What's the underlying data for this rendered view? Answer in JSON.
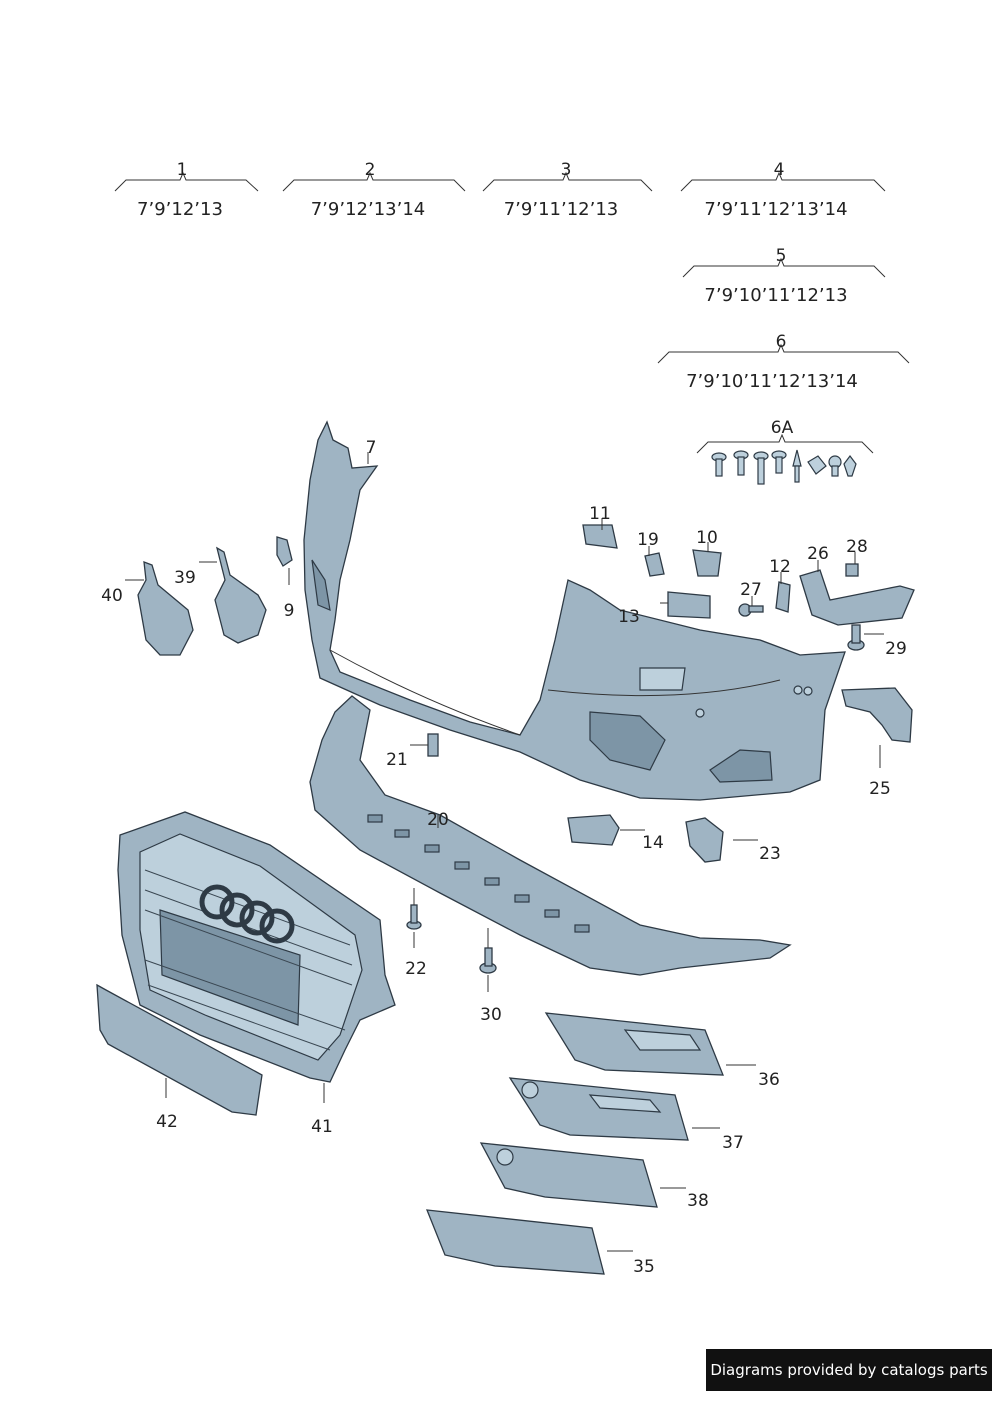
{
  "groups": [
    {
      "number": "1",
      "parts": "7’9’12’13"
    },
    {
      "number": "2",
      "parts": "7’9’12’13’14"
    },
    {
      "number": "3",
      "parts": "7’9’11’12’13"
    },
    {
      "number": "4",
      "parts": "7’9’11’12’13’14"
    },
    {
      "number": "5",
      "parts": "7’9’10’11’12’13"
    },
    {
      "number": "6",
      "parts": "7’9’10’11’12’13’14"
    },
    {
      "number": "6A",
      "parts": ""
    }
  ],
  "callouts": {
    "c7": "7",
    "c9": "9",
    "c10": "10",
    "c11": "11",
    "c12": "12",
    "c13": "13",
    "c14": "14",
    "c19": "19",
    "c20": "20",
    "c21": "21",
    "c22": "22",
    "c23": "23",
    "c25": "25",
    "c26": "26",
    "c27": "27",
    "c28": "28",
    "c29": "29",
    "c30": "30",
    "c35": "35",
    "c36": "36",
    "c37": "37",
    "c38": "38",
    "c39": "39",
    "c40": "40",
    "c41": "41",
    "c42": "42"
  },
  "footer": {
    "text": "Diagrams provided by catalogs parts"
  },
  "colors": {
    "part_fill": "#9fb4c3",
    "outline": "#2e3a45",
    "footer_bg": "#111111"
  }
}
